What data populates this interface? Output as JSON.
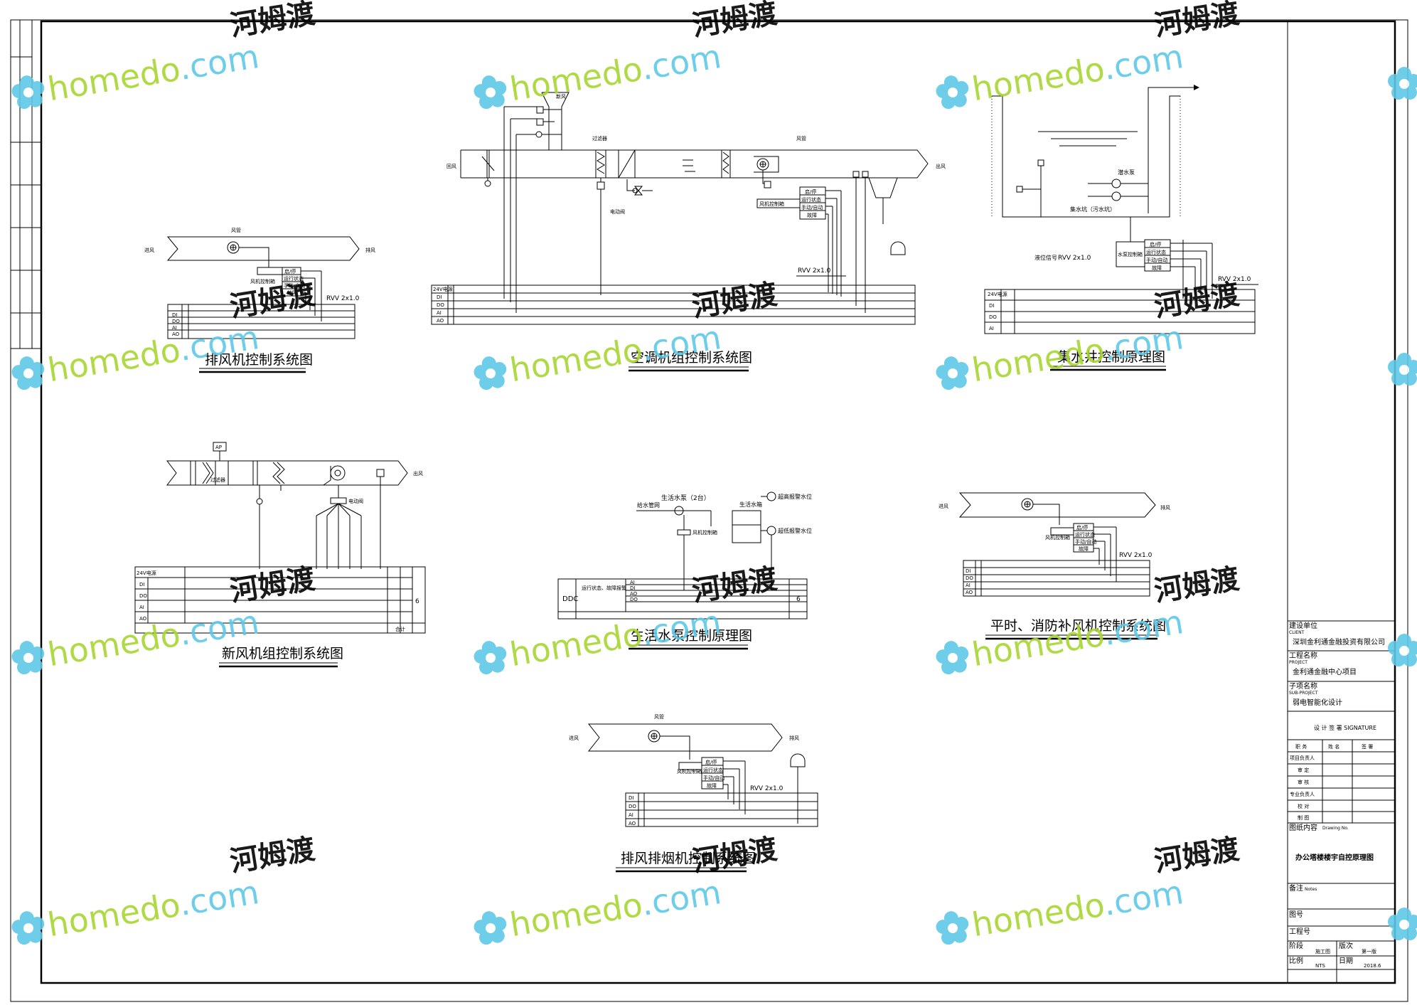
{
  "drawing": {
    "titles": {
      "exhaust_fan": "排风机控制系统图",
      "ahu": "空调机组控制系统图",
      "sump": "集水井控制原理图",
      "fresh_air": "新风机组控制系统图",
      "water_pump": "生活水泵控制原理图",
      "makeup_fan": "平时、消防补风机控制系统图",
      "smoke_fan": "排风排烟机控制系统图"
    },
    "labels": {
      "intake": "进风",
      "outlet": "出风",
      "exhaust_out": "排风",
      "duct": "风管",
      "fan_panel": "风机控制箱",
      "start_stop": "启/停",
      "run_status": "运行状态",
      "manual_auto": "手动/自动",
      "fault": "故障",
      "cable_rvv": "RVV 2x1.0",
      "io_rows": [
        "DI",
        "DO",
        "AI",
        "AO"
      ],
      "power_24v": "24V电源",
      "return_air": "回风",
      "outdoor_air": "新风",
      "sump_pump": "潜水泵",
      "sump_pit": "集水坑（污水坑）",
      "sump_panel": "水泵控制箱",
      "level_signal": "液位信号",
      "ddc": "DDC",
      "domestic_pump": "生活水泵（2台）",
      "to_users": "给水管网",
      "tank": "生活水箱",
      "high_level": "超高报警水位",
      "low_level": "超低报警水位",
      "run_fault": "运行状态、故障报警",
      "filter": "过滤器",
      "ap": "AP",
      "valve": "电动阀",
      "count_6": "6",
      "total": "合计"
    }
  },
  "watermark": {
    "brand": "homedo",
    "suffix": ".com",
    "cn": "河姆渡",
    "colors": {
      "green": "#a6d631",
      "cyan": "#5cc9e8",
      "flower": "#5ec8e6"
    }
  },
  "titleblock": {
    "client_label": "建设单位",
    "client_en": "CLIENT",
    "client": "深圳金利通金融投资有限公司",
    "project_label": "工程名称",
    "project_en": "PROJECT",
    "project": "金利通金融中心项目",
    "sub_label": "子项名称",
    "sub_en": "SUB-PROJECT",
    "sub": "弱电智能化设计",
    "signature": "设 计 签 署 SIGNATURE",
    "sig_head": [
      "职 务",
      "姓 名",
      "签 署"
    ],
    "sig_roles": [
      "项目负责人",
      "审 定",
      "审 核",
      "专业负责人",
      "校 对",
      "制 图"
    ],
    "drawing_label": "图纸内容",
    "drawing_en": "Drawing No.",
    "drawing_title": "办公塔楼楼宇自控原理图",
    "remark_label": "备注",
    "remark_en": "Notes",
    "no_label": "图号",
    "job_label": "工程号",
    "stage_label": "阶段",
    "stage": "施工图",
    "version_label": "版次",
    "version": "第一版",
    "scale_label": "比例",
    "scale": "NTS",
    "date_label": "日期",
    "date": "2018.6"
  }
}
